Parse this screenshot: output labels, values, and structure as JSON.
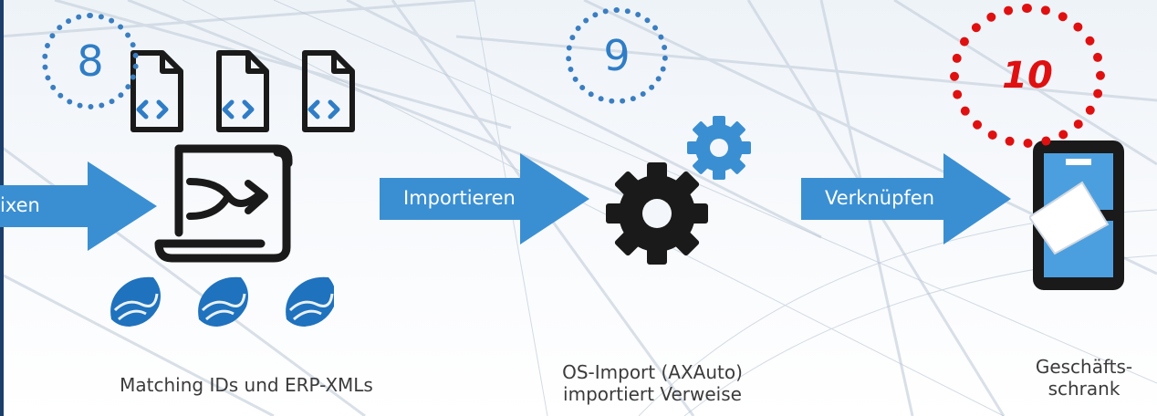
{
  "arrows": {
    "mixen": "ixen",
    "importieren": "Importieren",
    "verknuepfen": "Verknüpfen"
  },
  "steps": {
    "s8": "8",
    "s9": "9",
    "s10": "10"
  },
  "captions": {
    "matching": "Matching IDs und ERP-XMLs",
    "os_import_line1": "OS-Import (AXAuto)",
    "os_import_line2": "importiert Verweise",
    "schrank_line1": "Geschäfts-",
    "schrank_line2": "schrank"
  },
  "colors": {
    "arrow": "#3a8fd2",
    "step_blue": "#2f7dc6",
    "step_red": "#e01010",
    "icon_dark": "#1a1a1a",
    "wave_blue": "#1f72bd"
  },
  "icons": [
    "xml-file-icon",
    "script-merge-icon",
    "wave-token-icon",
    "gear-icon",
    "cabinet-icon"
  ]
}
